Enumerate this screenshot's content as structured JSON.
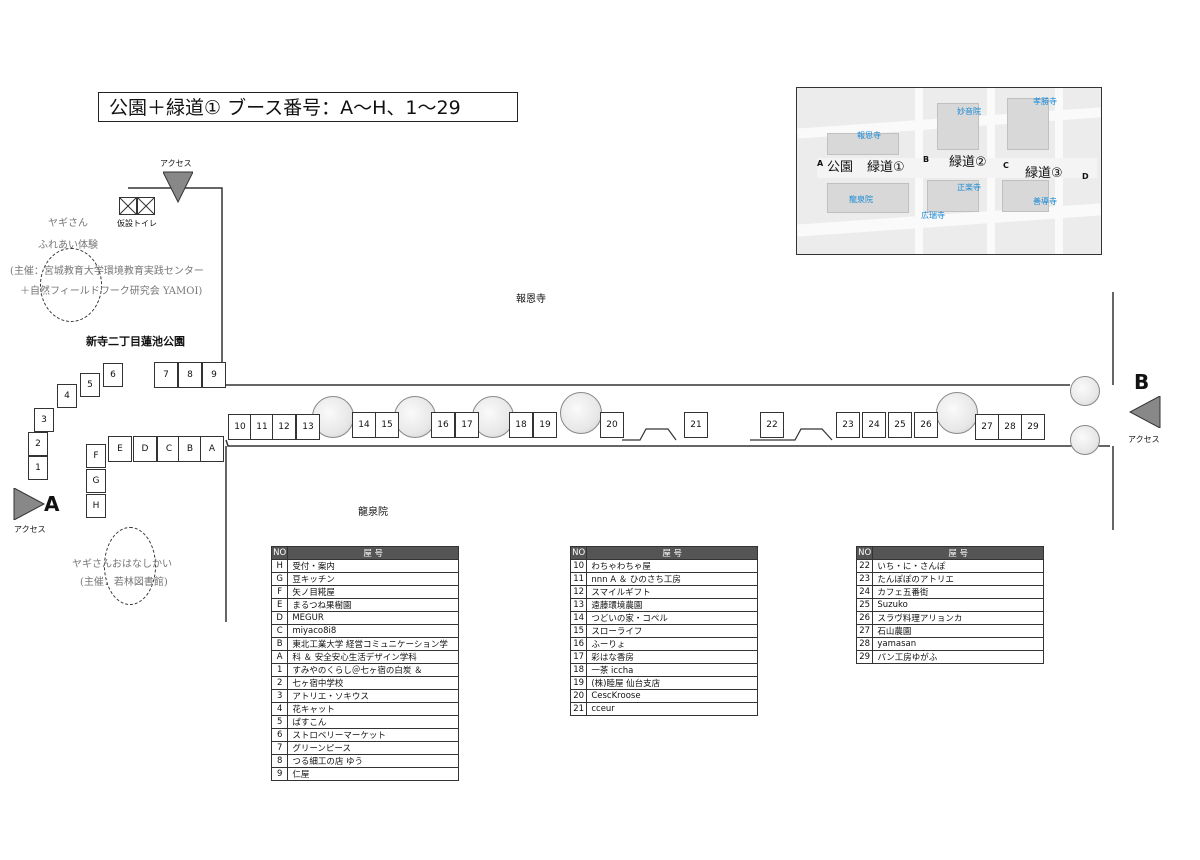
{
  "title": "公園＋緑道①  ブース番号：A〜H、1〜29",
  "access_label": "アクセス",
  "toilet_label": "仮設トイレ",
  "entrance_a": "A",
  "entrance_b": "B",
  "park_name": "新寺二丁目蓮池公園",
  "temple_north": "報恩寺",
  "temple_south": "龍泉院",
  "goat_event_1": {
    "line1": "ヤギさん",
    "line2": "ふれあい体験",
    "line3": "(主催：宮城教育大学環境教育実践センター",
    "line4": "＋自然フィールドワーク研究会 YAMOI)"
  },
  "goat_event_2": {
    "line1": "ヤギさんおはなしかい",
    "line2": "(主催：若林図書館)"
  },
  "booths_left_stair": [
    "1",
    "2",
    "3",
    "4",
    "5",
    "6"
  ],
  "booths_park_top": [
    "7",
    "8",
    "9"
  ],
  "booths_row_ae": [
    "E",
    "D",
    "C",
    "B",
    "A"
  ],
  "booths_col_fh": [
    "F",
    "G",
    "H"
  ],
  "booths_path": [
    "10",
    "11",
    "12",
    "13",
    "14",
    "15",
    "16",
    "17",
    "18",
    "19",
    "20",
    "21",
    "22",
    "23",
    "24",
    "25",
    "26",
    "27",
    "28",
    "29"
  ],
  "legend_header": {
    "no": "NO",
    "name": "屋    号"
  },
  "legend_1": [
    {
      "no": "H",
      "name": "受付・案内"
    },
    {
      "no": "G",
      "name": "豆キッチン"
    },
    {
      "no": "F",
      "name": "矢ノ目糀屋"
    },
    {
      "no": "E",
      "name": "まるつね果樹園"
    },
    {
      "no": "D",
      "name": "MEGUR"
    },
    {
      "no": "C",
      "name": "miyaco8i8"
    },
    {
      "no": "B",
      "name": "東北工業大学 経営コミュニケーション学"
    },
    {
      "no": "A",
      "name": "科 ＆ 安全安心生活デザイン学科"
    },
    {
      "no": "1",
      "name": "すみやのくらし＠七ヶ宿の白炭 ＆"
    },
    {
      "no": "2",
      "name": "七ヶ宿中学校"
    },
    {
      "no": "3",
      "name": "アトリエ・ソキウス"
    },
    {
      "no": "4",
      "name": "花キャット"
    },
    {
      "no": "5",
      "name": "ぱすこん"
    },
    {
      "no": "6",
      "name": "ストロベリーマーケット"
    },
    {
      "no": "7",
      "name": "グリーンピース"
    },
    {
      "no": "8",
      "name": "つる細工の店 ゆう"
    },
    {
      "no": "9",
      "name": "仁屋"
    }
  ],
  "legend_2": [
    {
      "no": "10",
      "name": "わちゃわちゃ屋"
    },
    {
      "no": "11",
      "name": "nnn A ＆ ひのさち工房"
    },
    {
      "no": "12",
      "name": "スマイルギフト"
    },
    {
      "no": "13",
      "name": "遠藤環境農園"
    },
    {
      "no": "14",
      "name": "つどいの家・コペル"
    },
    {
      "no": "15",
      "name": "スローライフ"
    },
    {
      "no": "16",
      "name": "ふーりょ"
    },
    {
      "no": "17",
      "name": "彩はな香房"
    },
    {
      "no": "18",
      "name": "一茶 iccha"
    },
    {
      "no": "19",
      "name": "(株)睦屋 仙台支店"
    },
    {
      "no": "20",
      "name": "CescKroose"
    },
    {
      "no": "21",
      "name": "cceur"
    }
  ],
  "legend_3": [
    {
      "no": "22",
      "name": "いち・に・さんぽ"
    },
    {
      "no": "23",
      "name": "たんぽぽのアトリエ"
    },
    {
      "no": "24",
      "name": "カフェ五番街"
    },
    {
      "no": "25",
      "name": "Suzuko"
    },
    {
      "no": "26",
      "name": "スラヴ料理アリョンカ"
    },
    {
      "no": "27",
      "name": "石山農園"
    },
    {
      "no": "28",
      "name": "yamasan"
    },
    {
      "no": "29",
      "name": "パン工房ゆがふ"
    }
  ],
  "inset_map": {
    "park": "公園",
    "green1": "緑道①",
    "green2": "緑道②",
    "green3": "緑道③",
    "pt_a": "A",
    "pt_b": "B",
    "pt_c": "C",
    "pt_d": "D",
    "t_hoonji": "報恩寺",
    "t_ryusenin": "龍泉院",
    "t_myoonin": "妙音院",
    "t_shogakuji": "正楽寺",
    "t_kozuiji": "広瑞寺",
    "t_shoteiji": "孝勝寺",
    "t_zensenji": "善導寺"
  }
}
